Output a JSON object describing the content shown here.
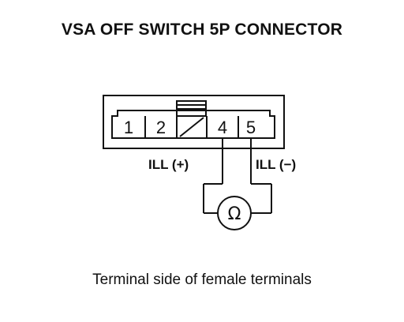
{
  "title": "VSA OFF SWITCH 5P CONNECTOR",
  "caption": "Terminal side of female terminals",
  "connector": {
    "pins": [
      "1",
      "2",
      "4",
      "5"
    ],
    "label_pos": "ILL (+)",
    "label_neg": "ILL (−)"
  },
  "meter": {
    "symbol": "Ω",
    "icon": "ohmmeter-icon"
  },
  "colors": {
    "line": "#111111",
    "background": "#ffffff"
  }
}
